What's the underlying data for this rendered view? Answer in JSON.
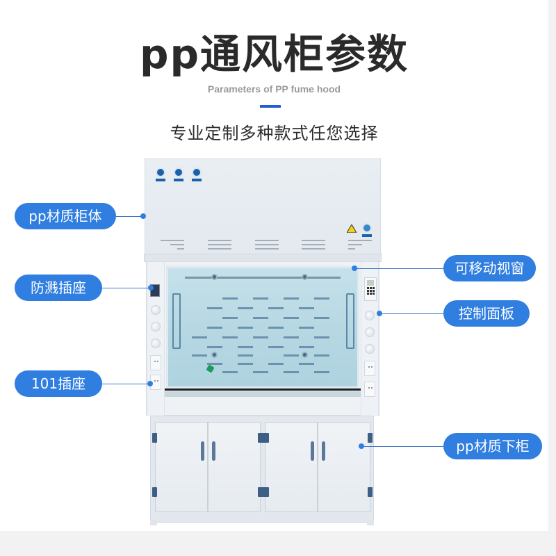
{
  "header": {
    "title": "pp通风柜参数",
    "subtitle_en": "Parameters of PP fume hood",
    "tagline": "专业定制多种款式任您选择"
  },
  "colors": {
    "accent_pill": "#2f7ee0",
    "divider": "#1f5fd0",
    "title_text": "#2a2a2a",
    "subtitle_text": "#9a9a9a",
    "background": "#ffffff",
    "margin_gray": "#f2f2f2"
  },
  "product": {
    "name": "pp fume hood",
    "image_alt": "PP material fume hood with sliding glass sash and four-door lower cabinet"
  },
  "callouts": {
    "left": [
      {
        "label": "pp材质柜体",
        "target": "cabinet-body"
      },
      {
        "label": "防溅插座",
        "target": "splash-proof-socket"
      },
      {
        "label": "101插座",
        "target": "socket-101"
      }
    ],
    "right": [
      {
        "label": "可移动视窗",
        "target": "movable-sash-window"
      },
      {
        "label": "控制面板",
        "target": "control-panel"
      },
      {
        "label": "pp材质下柜",
        "target": "lower-cabinet"
      }
    ]
  }
}
